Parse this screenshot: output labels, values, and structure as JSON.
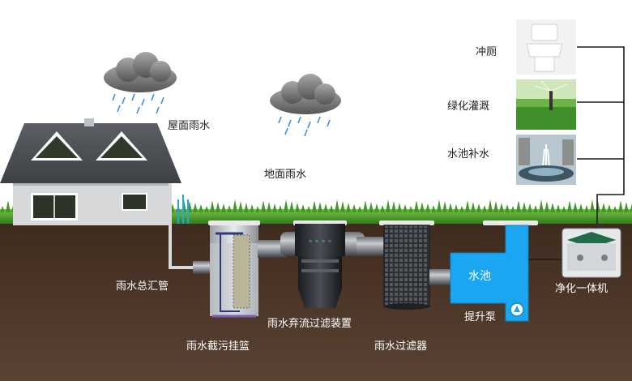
{
  "labels": {
    "roof_rain": "屋面雨水",
    "ground_rain": "地面雨水",
    "flush": "冲厕",
    "irrigation": "绿化灌溉",
    "pond_refill": "水池补水",
    "main_pipe": "雨水总汇管",
    "basket": "雨水截污挂篮",
    "diverter": "雨水弃流过滤装置",
    "filter": "雨水过滤器",
    "tank": "水池",
    "pump": "提升泵",
    "purifier": "净化一体机"
  },
  "colors": {
    "soil": "#4a3527",
    "grass": "#4fa72c",
    "sky": "#ffffff",
    "tank": "#1aa6f0",
    "cloud": "#7c7c7c",
    "rain": "#3a8fd8",
    "pipe": "#d9d9d9"
  },
  "icons": [
    "cloud-rain-icon",
    "house-icon",
    "toilet-icon",
    "sprinkler-icon",
    "fountain-icon",
    "pump-icon",
    "purifier-box-icon"
  ]
}
